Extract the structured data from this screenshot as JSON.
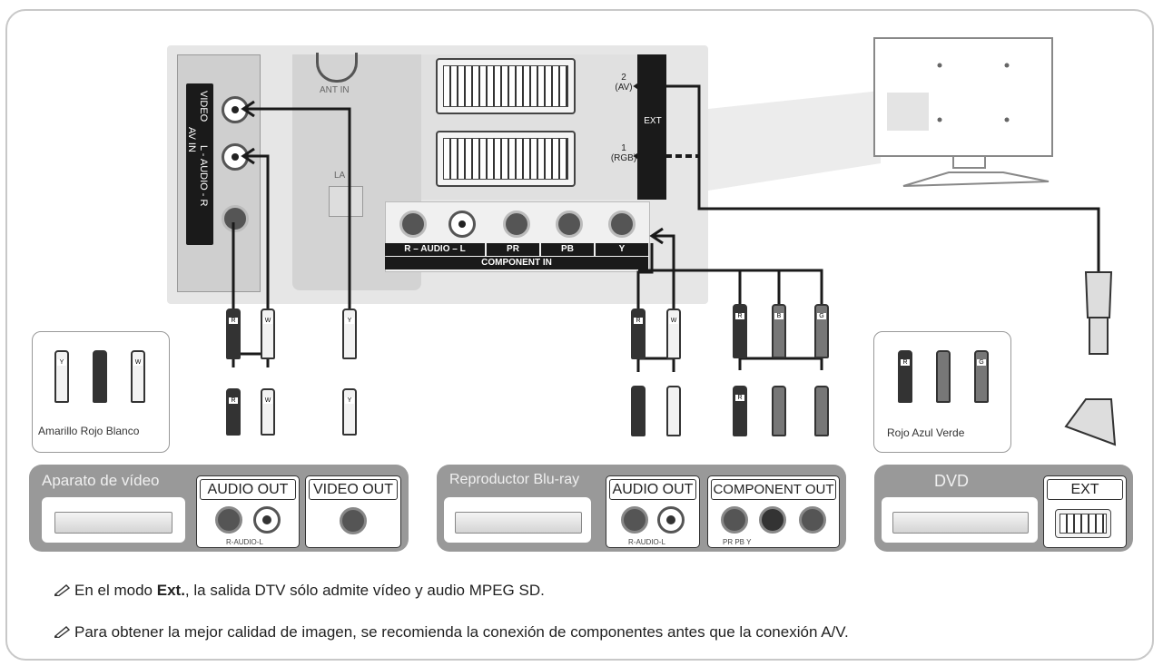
{
  "tv_panel": {
    "ant_in": "ANT IN",
    "lan": "LA",
    "av_in": "AV IN",
    "video": "VIDEO",
    "audio": "L - AUDIO - R",
    "scart2": "2\n(AV)",
    "scart1": "1\n(RGB)",
    "ext": "EXT",
    "component_audio": "R – AUDIO – L",
    "component_in": "COMPONENT IN",
    "pr": "PR",
    "pb": "PB",
    "y": "Y"
  },
  "legend_left": {
    "text": "Amarillo Rojo Blanco",
    "plugs": [
      "Y",
      "",
      "W"
    ]
  },
  "legend_right": {
    "text": "Rojo Azul Verde",
    "plugs": [
      "R",
      "",
      "G"
    ]
  },
  "plug_labels": {
    "r": "R",
    "w": "W",
    "y": "Y",
    "b": "B",
    "g": "G"
  },
  "devices": {
    "vcr": {
      "title": "Aparato de vídeo",
      "audio_out": "AUDIO OUT",
      "audio_sub": "R-AUDIO-L",
      "video_out": "VIDEO OUT"
    },
    "bluray": {
      "title": "Reproductor Blu-ray",
      "audio_out": "AUDIO OUT",
      "audio_sub": "R-AUDIO-L",
      "component_out": "COMPONENT OUT",
      "component_sub": "PR PB Y"
    },
    "dvd": {
      "title": "DVD",
      "ext": "EXT"
    }
  },
  "notes": [
    {
      "pre": "En el modo ",
      "bold": "Ext.",
      "post": ", la salida DTV sólo admite vídeo y audio MPEG SD."
    },
    {
      "pre": "Para obtener la mejor calidad de imagen, se recomienda la conexión de componentes antes que la conexión A/V.",
      "bold": "",
      "post": ""
    }
  ]
}
